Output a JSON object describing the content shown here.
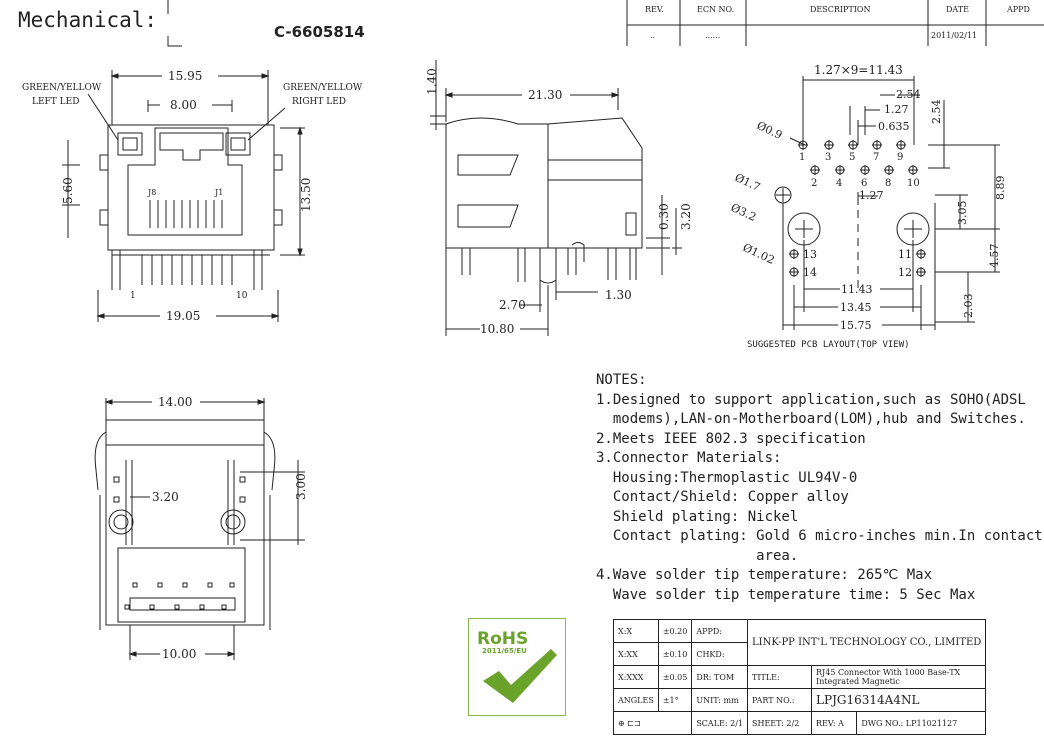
{
  "header": {
    "title": "Mechanical:",
    "model": "C-6605814"
  },
  "revision_table": {
    "headers": [
      "REV.",
      "ECN NO.",
      "DESCRIPTION",
      "DATE",
      "APPD"
    ],
    "row": [
      "..",
      "......",
      "",
      "2011/02/11",
      ""
    ]
  },
  "front_view": {
    "left_led": [
      "GREEN/YELLOW",
      "LEFT LED"
    ],
    "right_led": [
      "GREEN/YELLOW",
      "RIGHT LED"
    ],
    "dim_width": "15.95",
    "dim_inner": "8.00",
    "dim_height": "13.50",
    "dim_led": "5.60",
    "dim_bottom": "19.05",
    "jack_label": "J8",
    "pin_j1": "J1",
    "pin_1": "1",
    "pin_10": "10"
  },
  "side_view": {
    "dim_length": "21.30",
    "dim_top": "1.40",
    "dim_030": "0.30",
    "dim_320": "3.20",
    "dim_270": "2.70",
    "dim_130": "1.30",
    "dim_1080": "10.80"
  },
  "pcb_layout": {
    "dim_pitch": "1.27×9=11.43",
    "dim_254a": "2.54",
    "dim_127a": "1.27",
    "dim_0635": "0.635",
    "dim_254b": "2.54",
    "hole_09": "Ø0.9",
    "hole_17": "Ø1.7",
    "hole_32": "Ø3.2",
    "hole_102": "Ø1.02",
    "dim_127b": "1.27",
    "dim_305": "3.05",
    "dim_889": "8.89",
    "dim_457": "4.57",
    "dim_203": "2.03",
    "dim_1143": "11.43",
    "dim_1345": "13.45",
    "dim_1575": "15.75",
    "pins_top": [
      "1",
      "3",
      "5",
      "7",
      "9"
    ],
    "pins_bottom": [
      "2",
      "4",
      "6",
      "8",
      "10"
    ],
    "pin_11": "11",
    "pin_12": "12",
    "pin_13": "13",
    "pin_14": "14",
    "caption": "SUGGESTED PCB LAYOUT(TOP VIEW)"
  },
  "bottom_view": {
    "dim_1400": "14.00",
    "dim_320": "3.20",
    "dim_300": "3.00",
    "dim_1000": "10.00"
  },
  "notes": {
    "heading": "NOTES:",
    "lines": [
      "1.Designed to support application,such as SOHO(ADSL",
      "  modems),LAN-on-Motherboard(LOM),hub and Switches.",
      "2.Meets IEEE 802.3 specification",
      "3.Connector Materials:",
      "  Housing:Thermoplastic UL94V-0",
      "  Contact/Shield: Copper alloy",
      "  Shield plating: Nickel",
      "  Contact plating: Gold 6 micro-inches min.In contact",
      "                   area.",
      "4.Wave solder tip temperature: 265℃ Max",
      "  Wave solder tip temperature time: 5 Sec Max"
    ]
  },
  "rohs": {
    "label": "RoHS",
    "directive": "2011/65/EU",
    "color": "#6aa32a"
  },
  "title_block": {
    "tol_xx_label": "X:X",
    "tol_xx": "±0.20",
    "tol_xxx_label": "X:XX",
    "tol_xxx": "±0.10",
    "tol_xxxx_label": "X:XXX",
    "tol_xxxx": "±0.05",
    "angles_label": "ANGLES",
    "angles": "±1°",
    "appd": "APPD:",
    "chkd": "CHKD:",
    "dr_label": "DR:",
    "dr": "TOM",
    "unit_label": "UNIT:",
    "unit": "mm",
    "company": "LINK-PP INT'L TECHNOLOGY CO., LIMITED",
    "title_label": "TITLE:",
    "title_line1": "RJ45 Connector With 1000 Base-TX",
    "title_line2": "Integrated Magnetic",
    "part_label": "PART NO.:",
    "part_no": "LPJG16314A4NL",
    "scale_label": "SCALE:",
    "scale": "2/1",
    "sheet_label": "SHEET:",
    "sheet": "2/2",
    "rev_label": "REV:",
    "rev": "A",
    "dwg_label": "DWG NO.:",
    "dwg_no": "LP11021127"
  }
}
